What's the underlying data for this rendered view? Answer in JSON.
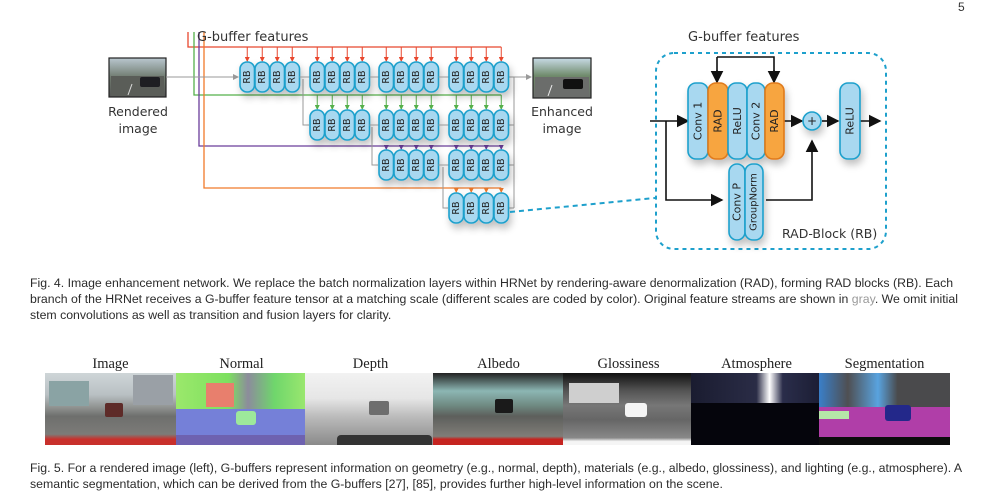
{
  "page_number": "5",
  "figure4": {
    "gbuffer_features_label": "G-buffer features",
    "rendered_image_label_line1": "Rendered",
    "rendered_image_label_line2": "image",
    "enhanced_image_label_line1": "Enhanced",
    "enhanced_image_label_line2": "image",
    "rb_label": "RB",
    "branch_colors": [
      "#e8472e",
      "#55b04a",
      "#6a3d9a",
      "#f07a2a"
    ],
    "stream_color": "#9a9a9a",
    "branches": [
      {
        "name": "branch-1",
        "groups": 4
      },
      {
        "name": "branch-2",
        "groups": 3
      },
      {
        "name": "branch-3",
        "groups": 2
      },
      {
        "name": "branch-4",
        "groups": 1
      }
    ],
    "rad_block": {
      "gbuffer_features_label": "G-buffer features",
      "conv1": "Conv 1",
      "rad1": "RAD",
      "relu1": "ReLU",
      "conv2": "Conv 2",
      "rad2": "RAD",
      "plus": "+",
      "relu2": "ReLU",
      "convp": "Conv P",
      "groupnorm": "GroupNorm",
      "title": "RAD-Block (RB)",
      "blue_fill": "#a8d8f0",
      "blue_stroke": "#1ea0cc",
      "orange_fill": "#f7a540",
      "orange_stroke": "#e07a1a"
    },
    "caption_part1": "Fig. 4. Image enhancement network. We replace the batch normalization layers within HRNet by rendering-aware denormalization (RAD), forming RAD blocks (RB). Each branch of the HRNet receives a G-buffer feature tensor at a matching scale (different scales are coded by color). Original feature streams are shown in ",
    "caption_gray_word": "gray",
    "caption_part2": ". We omit initial stem convolutions as well as transition and fusion layers for clarity."
  },
  "figure5": {
    "columns": [
      {
        "title": "Image"
      },
      {
        "title": "Normal"
      },
      {
        "title": "Depth"
      },
      {
        "title": "Albedo"
      },
      {
        "title": "Glossiness"
      },
      {
        "title": "Atmosphere"
      },
      {
        "title": "Segmentation"
      }
    ],
    "caption": "Fig. 5. For a rendered image (left), G-buffers represent information on geometry (e.g., normal, depth), materials (e.g., albedo, glossiness), and lighting (e.g., atmosphere). A semantic segmentation, which can be derived from the G-buffers [27], [85], provides further high-level information on the scene."
  }
}
